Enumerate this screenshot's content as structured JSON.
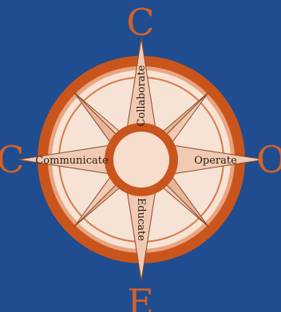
{
  "compass": {
    "top_letter": "C",
    "left_letter": "C",
    "right_letter": "O",
    "bottom_letter": "E",
    "north_label": "Collaborate",
    "west_label": "Communicate",
    "east_label": "Operate",
    "south_label": "Educate"
  },
  "colors": {
    "background": "#1f4d8f",
    "ring": "#c9551d",
    "ring_inner": "#f6e3d6",
    "point_fill": "#f1cab3",
    "letters": "#d4612a",
    "center_ring": "#c9551d",
    "center_fill": "#f6ddcc"
  }
}
